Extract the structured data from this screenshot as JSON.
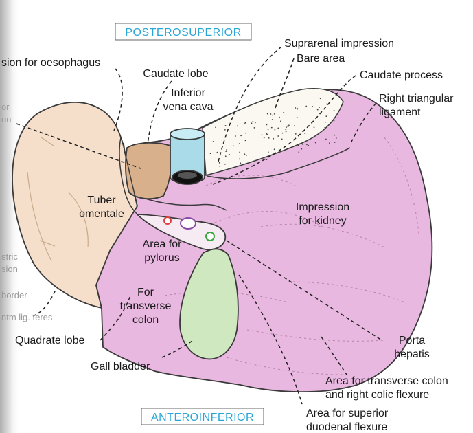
{
  "orientation": {
    "top": "POSTEROSUPERIOR",
    "bottom": "ANTEROINFERIOR"
  },
  "labels": {
    "oesophagus": "sion for oesophagus",
    "caudate_lobe": "Caudate lobe",
    "ivc_line1": "Inferior",
    "ivc_line2": "vena cava",
    "suprarenal": "Suprarenal impression",
    "bare_area": "Bare area",
    "caudate_process": "Caudate process",
    "rt_triangular_line1": "Right triangular",
    "rt_triangular_line2": "ligament",
    "tuber_line1": "Tuber",
    "tuber_line2": "omentale",
    "kidney_line1": "Impression",
    "kidney_line2": "for kidney",
    "pylorus_line1": "Area for",
    "pylorus_line2": "pylorus",
    "transverse_line1": "For",
    "transverse_line2": "transverse",
    "transverse_line3": "colon",
    "quadrate": "Quadrate lobe",
    "gall_bladder": "Gall bladder",
    "porta_line1": "Porta",
    "porta_line2": "hepatis",
    "colic_line1": "Area for transverse colon",
    "colic_line2": "and right colic flexure",
    "duodenal_line1": "Area for superior",
    "duodenal_line2": "duodenal flexure",
    "cut_ligament": "ntm lig. teres",
    "cut_border": "border",
    "cut_gastric1": "stric",
    "cut_gastric2": "sion",
    "cut_top1": "or",
    "cut_top2": "on"
  },
  "colors": {
    "right_lobe": "#e8b8e0",
    "left_lobe": "#f5dfcb",
    "caudate": "#d9b08c",
    "ivc": "#a9dbe8",
    "gall_bladder": "#cfe8c0",
    "bare_area": "#fbf8f2",
    "header_text": "#2aa6d6"
  }
}
